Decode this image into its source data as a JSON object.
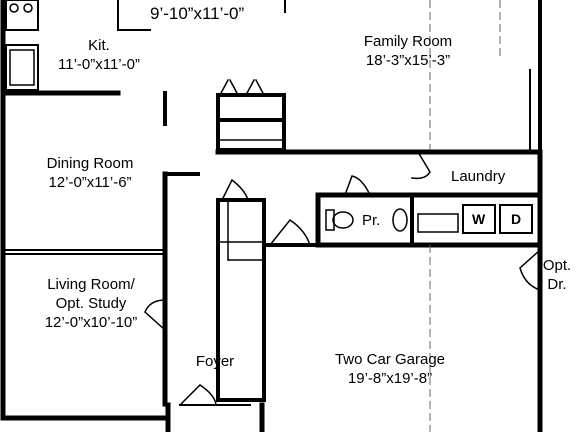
{
  "plan": {
    "top_dim": "9’-10”x11’-0”",
    "rooms": {
      "kitchen": {
        "name": "Kit.",
        "dim": "11’-0”x11’-0”"
      },
      "family": {
        "name": "Family Room",
        "dim": "18’-3”x15’-3”"
      },
      "dining": {
        "name": "Dining Room",
        "dim": "12’-0”x11’-6”"
      },
      "living": {
        "name": "Living Room/",
        "name2": "Opt. Study",
        "dim": "12’-0”x10’-10”"
      },
      "foyer": {
        "name": "Foyer"
      },
      "garage": {
        "name": "Two Car Garage",
        "dim": "19’-8”x19’-8”"
      },
      "laundry": {
        "name": "Laundry"
      },
      "powder": {
        "name": "Pr."
      },
      "opt_door": {
        "line1": "Opt.",
        "line2": "Dr."
      }
    },
    "appliances": {
      "washer": "W",
      "dryer": "D"
    },
    "colors": {
      "wall": "#000000",
      "background": "#ffffff",
      "dash": "#666666"
    }
  }
}
